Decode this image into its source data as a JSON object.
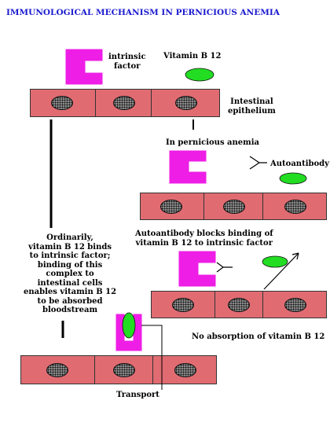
{
  "title": "IMMUNOLOGICAL MECHANISM IN PERNICIOUS ANEMIA",
  "labels": {
    "intrinsic_factor": "intrinsic\nfactor",
    "vitamin_b12": "Vitamin B 12",
    "intestinal_epithelium": "Intestinal\nepithelium",
    "in_pernicious_anemia": "In pernicious anemia",
    "autoantibody": "Autoantibody",
    "autoantibody_blocks": "Autoantibody blocks binding of\nvitamin B 12 to intrinsic factor",
    "ordinarily": "Ordinarily,\nvitamin B 12 binds\nto intrinsic factor;\nbinding of this\ncomplex to\nintestinal cells\nenables vitamin B 12\nto be absorbed\nbloodstream",
    "no_absorption": "No absorption of vitamin B 12",
    "transport": "Transport"
  },
  "colors": {
    "title": "#1a1ad0",
    "intrinsic_factor": "#ee1ee6",
    "vitamin": "#22dd22",
    "cell": "#e06c72"
  }
}
